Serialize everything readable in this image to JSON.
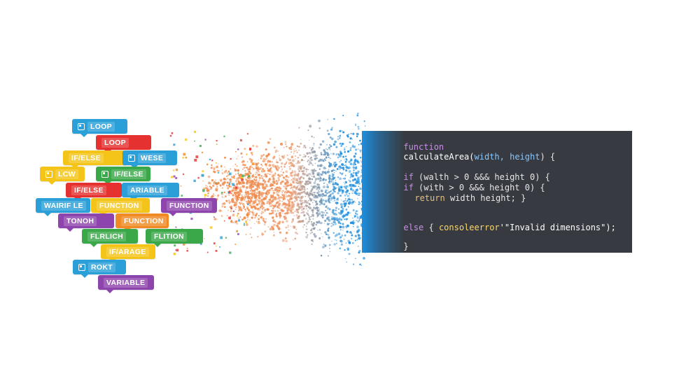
{
  "blocks": [
    {
      "id": "loop-1",
      "label": "LOOP",
      "color": "#2a9fd8",
      "icon": true
    },
    {
      "id": "loop-2",
      "label": "LOOP",
      "color": "#e5312f",
      "icon": false
    },
    {
      "id": "ifelse-1",
      "label": "IF/ELSE",
      "color": "#f4c518",
      "icon": false
    },
    {
      "id": "wese",
      "label": "WESE",
      "color": "#2a9fd8",
      "icon": true
    },
    {
      "id": "lcw",
      "label": "LCW",
      "color": "#f4c518",
      "icon": true
    },
    {
      "id": "ifelse-2",
      "label": "IF/ELSE",
      "color": "#3aa849",
      "icon": true
    },
    {
      "id": "ifelse-3",
      "label": "IF/ELSE",
      "color": "#e5312f",
      "icon": false
    },
    {
      "id": "ariable",
      "label": "ARIABLE",
      "color": "#2a9fd8",
      "icon": false
    },
    {
      "id": "wairile",
      "label": "WAIRIF LE",
      "color": "#2a9fd8",
      "icon": false
    },
    {
      "id": "function-1",
      "label": "FUNCTION",
      "color": "#f4c518",
      "icon": false
    },
    {
      "id": "function-2",
      "label": "FUNCTION",
      "color": "#8e44ad",
      "icon": false
    },
    {
      "id": "tonoh",
      "label": "TONOH",
      "color": "#8e44ad",
      "icon": false
    },
    {
      "id": "function-3",
      "label": "FUNCTION",
      "color": "#f08a24",
      "icon": false
    },
    {
      "id": "flrlich",
      "label": "FLRLICH",
      "color": "#3aa849",
      "icon": false
    },
    {
      "id": "flition",
      "label": "FLITION",
      "color": "#3aa849",
      "icon": false
    },
    {
      "id": "ifarage",
      "label": "IF/ARAGE",
      "color": "#f4c518",
      "icon": false
    },
    {
      "id": "rokt",
      "label": "ROKT",
      "color": "#2a9fd8",
      "icon": true
    },
    {
      "id": "variable",
      "label": "VARIABLE",
      "color": "#8e44ad",
      "icon": false
    }
  ],
  "editor": {
    "line1": {
      "kw": "function",
      "fn": "calculateArea(",
      "params": "width, height",
      "tail": ") {"
    },
    "line2": {
      "kw": "if",
      "text": " (walth > 0 &&& height 0) {"
    },
    "line3": {
      "kw": "if",
      "text": " (with > 0 &&& height 0) {"
    },
    "line4": {
      "kw": "return",
      "text": " width height; }"
    },
    "line5": {
      "kw": "else",
      "text": " { ",
      "call": "consoleerror",
      "str": "'\"Invalid dimensions\");"
    },
    "line6": {
      "text": "}"
    }
  },
  "colors": {
    "editor_bg": "#373b41",
    "particle_orange": "#f0894a",
    "particle_blue": "#1d8fe0"
  }
}
